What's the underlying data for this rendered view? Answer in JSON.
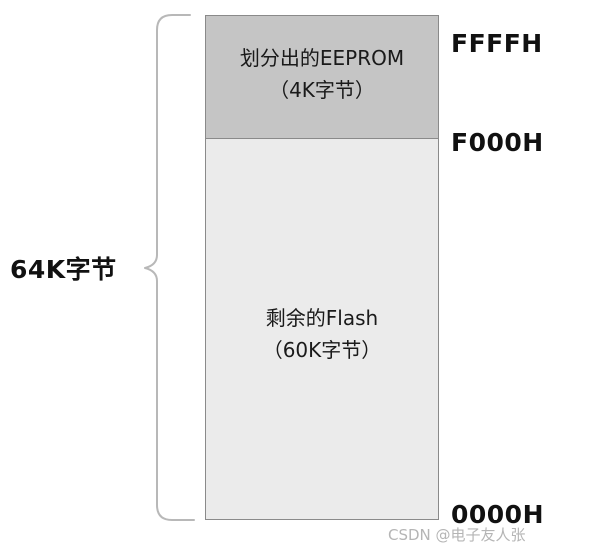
{
  "total_size_label": "64K字节",
  "blocks": {
    "eeprom": {
      "line1": "划分出的EEPROM",
      "line2": "（4K字节）"
    },
    "flash": {
      "line1": "剩余的Flash",
      "line2": "（60K字节）"
    }
  },
  "addresses": {
    "top": "FFFFH",
    "boundary": "F000H",
    "bottom": "0000H"
  },
  "watermark": "CSDN @电子友人张",
  "colors": {
    "eeprom_fill": "#c5c5c5",
    "flash_fill": "#ebebeb",
    "border": "#8a8a8a",
    "brace": "#b8b8b8"
  }
}
